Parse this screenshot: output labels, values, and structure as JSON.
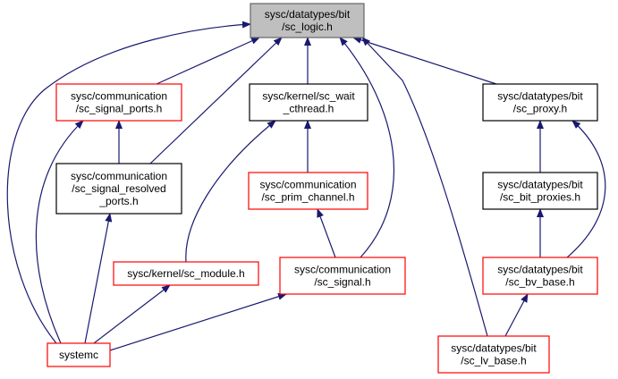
{
  "nodes": [
    {
      "id": "sc_logic",
      "lines": [
        "sysc/datatypes/bit",
        "/sc_logic.h"
      ],
      "border": "#666666",
      "fill": "#bfbfbf"
    },
    {
      "id": "sc_signal_ports",
      "lines": [
        "sysc/communication",
        "/sc_signal_ports.h"
      ],
      "border": "#ff0000",
      "fill": "#ffffff"
    },
    {
      "id": "sc_wait_cthread",
      "lines": [
        "sysc/kernel/sc_wait",
        "_cthread.h"
      ],
      "border": "#000000",
      "fill": "#ffffff"
    },
    {
      "id": "sc_proxy",
      "lines": [
        "sysc/datatypes/bit",
        "/sc_proxy.h"
      ],
      "border": "#000000",
      "fill": "#ffffff"
    },
    {
      "id": "sc_signal_resolved_ports",
      "lines": [
        "sysc/communication",
        "/sc_signal_resolved",
        "_ports.h"
      ],
      "border": "#000000",
      "fill": "#ffffff"
    },
    {
      "id": "sc_prim_channel",
      "lines": [
        "sysc/communication",
        "/sc_prim_channel.h"
      ],
      "border": "#ff0000",
      "fill": "#ffffff"
    },
    {
      "id": "sc_bit_proxies",
      "lines": [
        "sysc/datatypes/bit",
        "/sc_bit_proxies.h"
      ],
      "border": "#000000",
      "fill": "#ffffff"
    },
    {
      "id": "sc_module",
      "lines": [
        "sysc/kernel/sc_module.h"
      ],
      "border": "#ff0000",
      "fill": "#ffffff"
    },
    {
      "id": "sc_signal",
      "lines": [
        "sysc/communication",
        "/sc_signal.h"
      ],
      "border": "#ff0000",
      "fill": "#ffffff"
    },
    {
      "id": "sc_bv_base",
      "lines": [
        "sysc/datatypes/bit",
        "/sc_bv_base.h"
      ],
      "border": "#ff0000",
      "fill": "#ffffff"
    },
    {
      "id": "systemc",
      "lines": [
        "systemc"
      ],
      "border": "#ff0000",
      "fill": "#ffffff"
    },
    {
      "id": "sc_lv_base",
      "lines": [
        "sysc/datatypes/bit",
        "/sc_lv_base.h"
      ],
      "border": "#ff0000",
      "fill": "#ffffff"
    }
  ],
  "edges": [
    {
      "from": "sc_signal_ports",
      "to": "sc_logic"
    },
    {
      "from": "sc_wait_cthread",
      "to": "sc_logic"
    },
    {
      "from": "sc_proxy",
      "to": "sc_logic"
    },
    {
      "from": "sc_signal_resolved_ports",
      "to": "sc_logic"
    },
    {
      "from": "sc_signal",
      "to": "sc_logic"
    },
    {
      "from": "systemc",
      "to": "sc_logic"
    },
    {
      "from": "sc_lv_base",
      "to": "sc_logic"
    },
    {
      "from": "sc_signal_resolved_ports",
      "to": "sc_signal_ports"
    },
    {
      "from": "systemc",
      "to": "sc_signal_ports"
    },
    {
      "from": "sc_prim_channel",
      "to": "sc_wait_cthread"
    },
    {
      "from": "sc_module",
      "to": "sc_wait_cthread"
    },
    {
      "from": "sc_signal",
      "to": "sc_prim_channel"
    },
    {
      "from": "sc_bit_proxies",
      "to": "sc_proxy"
    },
    {
      "from": "sc_bv_base",
      "to": "sc_proxy"
    },
    {
      "from": "sc_bv_base",
      "to": "sc_bit_proxies"
    },
    {
      "from": "sc_lv_base",
      "to": "sc_bv_base"
    },
    {
      "from": "systemc",
      "to": "sc_signal_resolved_ports"
    },
    {
      "from": "systemc",
      "to": "sc_module"
    },
    {
      "from": "systemc",
      "to": "sc_signal"
    }
  ],
  "edge_color": "#191970"
}
